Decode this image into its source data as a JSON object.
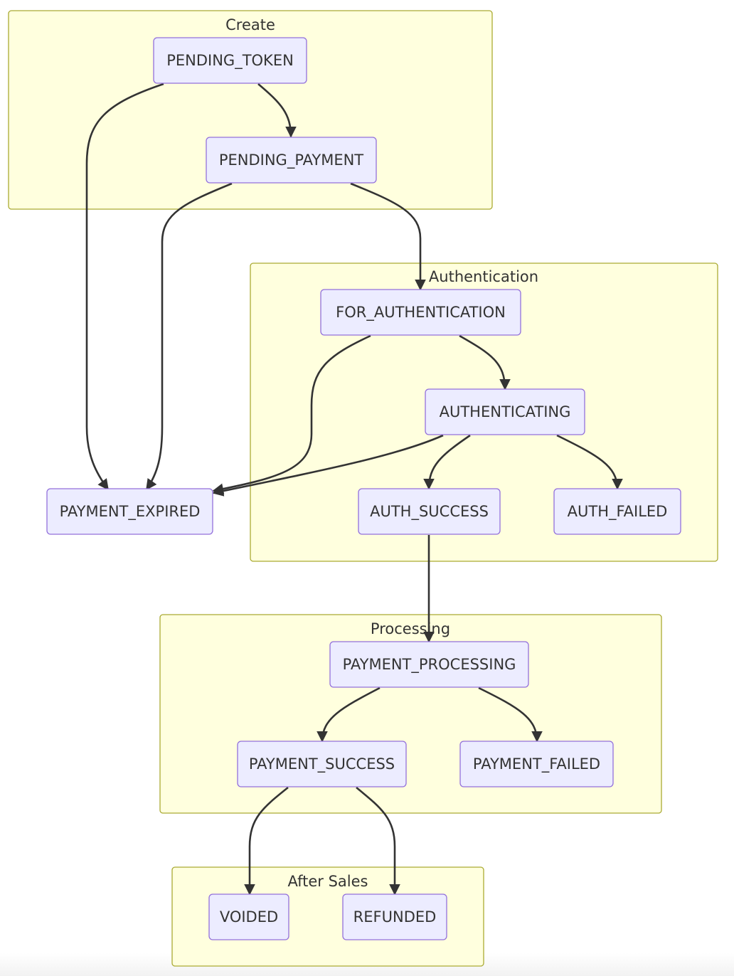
{
  "diagram": {
    "type": "state-diagram",
    "colors": {
      "cluster_fill": "#ffffde",
      "cluster_stroke": "#aaaa33",
      "node_fill": "#ececff",
      "node_stroke": "#9370db",
      "edge": "#333333",
      "text": "#333333"
    },
    "clusters": [
      {
        "id": "create",
        "label": "Create"
      },
      {
        "id": "authentication",
        "label": "Authentication"
      },
      {
        "id": "processing",
        "label": "Processing"
      },
      {
        "id": "after_sales",
        "label": "After Sales"
      }
    ],
    "nodes": [
      {
        "id": "PENDING_TOKEN",
        "label": "PENDING_TOKEN",
        "cluster": "create"
      },
      {
        "id": "PENDING_PAYMENT",
        "label": "PENDING_PAYMENT",
        "cluster": "create"
      },
      {
        "id": "FOR_AUTHENTICATION",
        "label": "FOR_AUTHENTICATION",
        "cluster": "authentication"
      },
      {
        "id": "AUTHENTICATING",
        "label": "AUTHENTICATING",
        "cluster": "authentication"
      },
      {
        "id": "AUTH_SUCCESS",
        "label": "AUTH_SUCCESS",
        "cluster": "authentication"
      },
      {
        "id": "AUTH_FAILED",
        "label": "AUTH_FAILED",
        "cluster": "authentication"
      },
      {
        "id": "PAYMENT_EXPIRED",
        "label": "PAYMENT_EXPIRED",
        "cluster": null
      },
      {
        "id": "PAYMENT_PROCESSING",
        "label": "PAYMENT_PROCESSING",
        "cluster": "processing"
      },
      {
        "id": "PAYMENT_SUCCESS",
        "label": "PAYMENT_SUCCESS",
        "cluster": "processing"
      },
      {
        "id": "PAYMENT_FAILED",
        "label": "PAYMENT_FAILED",
        "cluster": "processing"
      },
      {
        "id": "VOIDED",
        "label": "VOIDED",
        "cluster": "after_sales"
      },
      {
        "id": "REFUNDED",
        "label": "REFUNDED",
        "cluster": "after_sales"
      }
    ],
    "edges": [
      {
        "from": "PENDING_TOKEN",
        "to": "PENDING_PAYMENT"
      },
      {
        "from": "PENDING_TOKEN",
        "to": "PAYMENT_EXPIRED"
      },
      {
        "from": "PENDING_PAYMENT",
        "to": "PAYMENT_EXPIRED"
      },
      {
        "from": "PENDING_PAYMENT",
        "to": "FOR_AUTHENTICATION"
      },
      {
        "from": "FOR_AUTHENTICATION",
        "to": "AUTHENTICATING"
      },
      {
        "from": "FOR_AUTHENTICATION",
        "to": "PAYMENT_EXPIRED"
      },
      {
        "from": "AUTHENTICATING",
        "to": "PAYMENT_EXPIRED"
      },
      {
        "from": "AUTHENTICATING",
        "to": "AUTH_SUCCESS"
      },
      {
        "from": "AUTHENTICATING",
        "to": "AUTH_FAILED"
      },
      {
        "from": "AUTH_SUCCESS",
        "to": "PAYMENT_PROCESSING"
      },
      {
        "from": "PAYMENT_PROCESSING",
        "to": "PAYMENT_SUCCESS"
      },
      {
        "from": "PAYMENT_PROCESSING",
        "to": "PAYMENT_FAILED"
      },
      {
        "from": "PAYMENT_SUCCESS",
        "to": "VOIDED"
      },
      {
        "from": "PAYMENT_SUCCESS",
        "to": "REFUNDED"
      }
    ]
  }
}
